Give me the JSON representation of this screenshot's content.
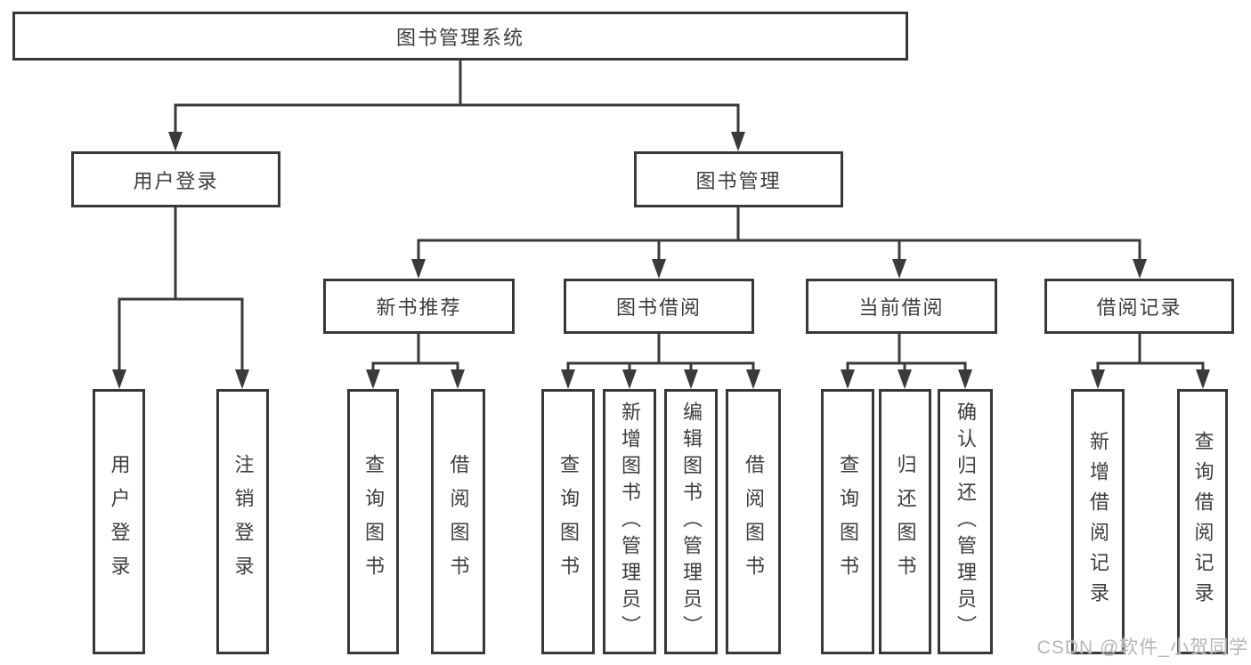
{
  "diagram": {
    "type": "hierarchy-tree",
    "tree": {
      "label": "图书管理系统",
      "children": [
        {
          "label": "用户登录",
          "children": [
            {
              "label": "用户登录"
            },
            {
              "label": "注销登录"
            }
          ]
        },
        {
          "label": "图书管理",
          "children": [
            {
              "label": "新书推荐",
              "children": [
                {
                  "label": "查询图书"
                },
                {
                  "label": "借阅图书"
                }
              ]
            },
            {
              "label": "图书借阅",
              "children": [
                {
                  "label": "查询图书"
                },
                {
                  "label": "新增图书（管理员）"
                },
                {
                  "label": "编辑图书（管理员）"
                },
                {
                  "label": "借阅图书"
                }
              ]
            },
            {
              "label": "当前借阅",
              "children": [
                {
                  "label": "查询图书"
                },
                {
                  "label": "归还图书"
                },
                {
                  "label": "确认归还（管理员）"
                }
              ]
            },
            {
              "label": "借阅记录",
              "children": [
                {
                  "label": "新增借阅记录"
                },
                {
                  "label": "查询借阅记录"
                }
              ]
            }
          ]
        }
      ]
    }
  },
  "watermark": {
    "text": "CSDN @软件_小贺同学"
  },
  "colors": {
    "background": "#ffffff",
    "line": "#3a3a3a",
    "box_border": "#383838",
    "text": "#3d3d3d",
    "watermark": "#b6b6b6"
  }
}
